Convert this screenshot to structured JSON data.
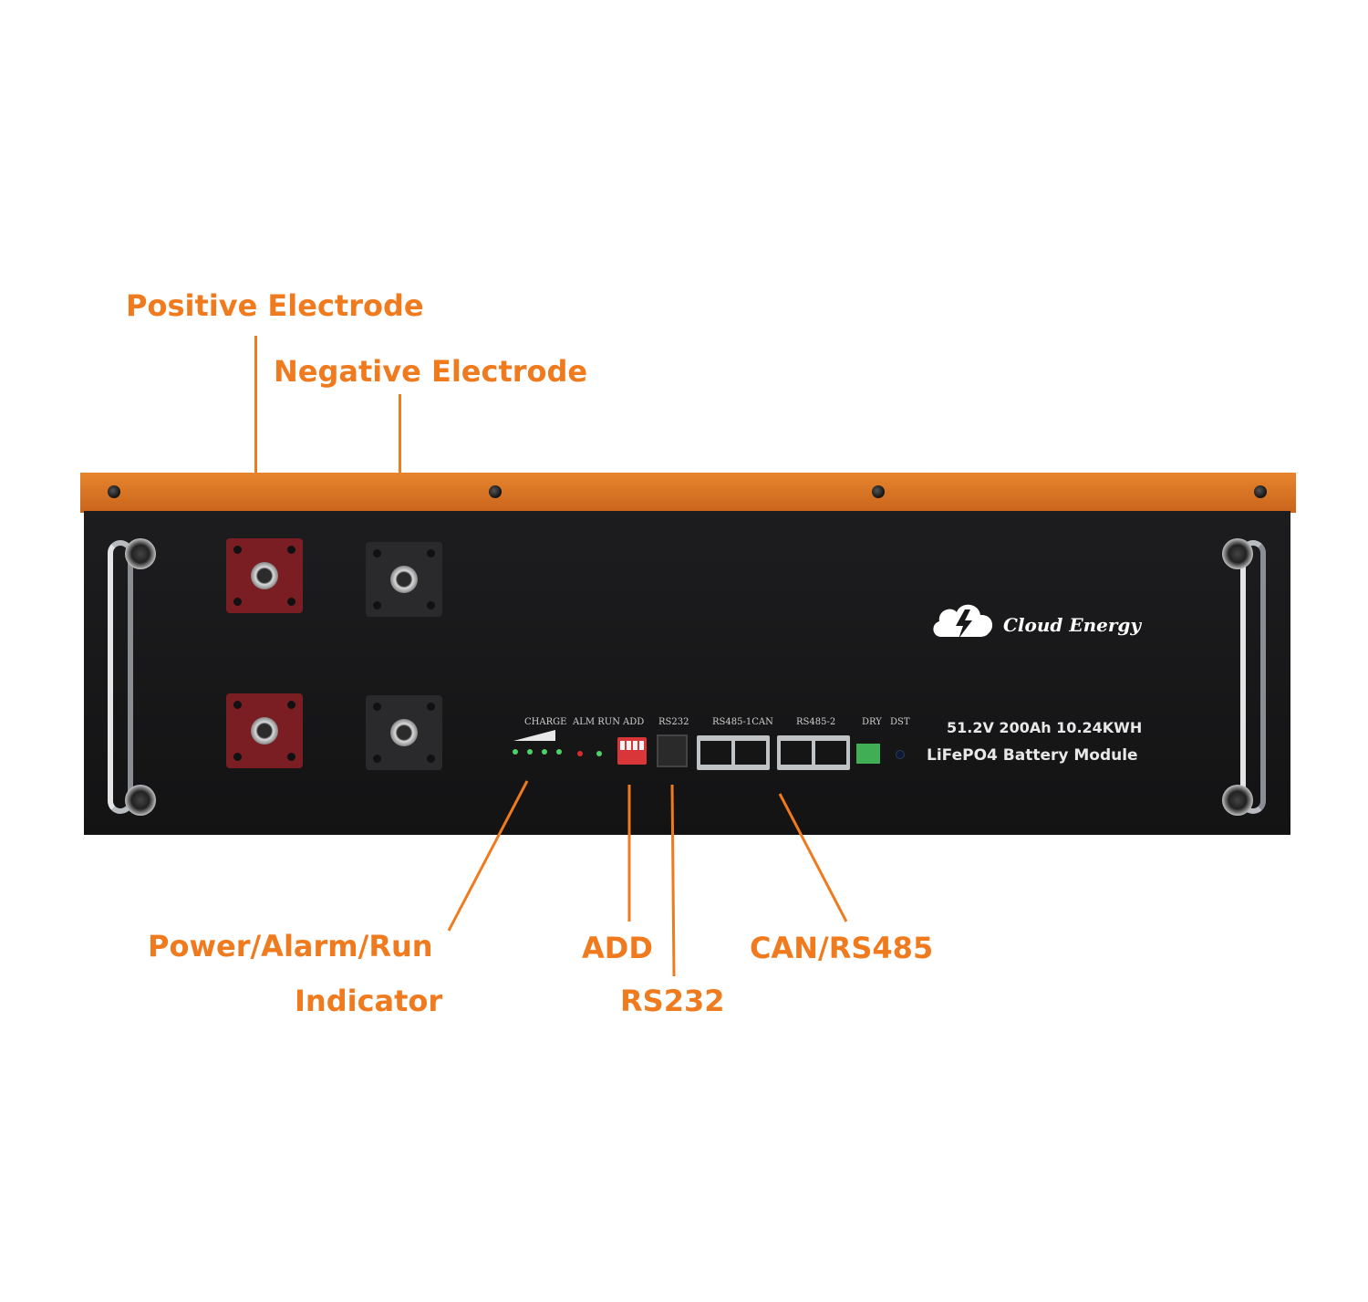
{
  "callouts": {
    "positive": "Positive Electrode",
    "negative": "Negative Electrode",
    "indicator_line1": "Power/Alarm/Run",
    "indicator_line2": "Indicator",
    "add": "ADD",
    "rs232": "RS232",
    "can": "CAN/RS485"
  },
  "panel": {
    "charge": "CHARGE",
    "alm_run": "ALM RUN",
    "add": "ADD",
    "rs232": "RS232",
    "rs485_1can": "RS485-1CAN",
    "rs485_2": "RS485-2",
    "dry": "DRY",
    "dst": "DST"
  },
  "logo": {
    "text": "Cloud Energy"
  },
  "spec": {
    "line1": "51.2V  200Ah 10.24KWH",
    "line2": "LiFePO4 Battery Module"
  },
  "colors": {
    "callout": "#f07a1e",
    "rail": "#e07a26",
    "body": "#18181a",
    "positive_terminal": "#7a1e23"
  }
}
